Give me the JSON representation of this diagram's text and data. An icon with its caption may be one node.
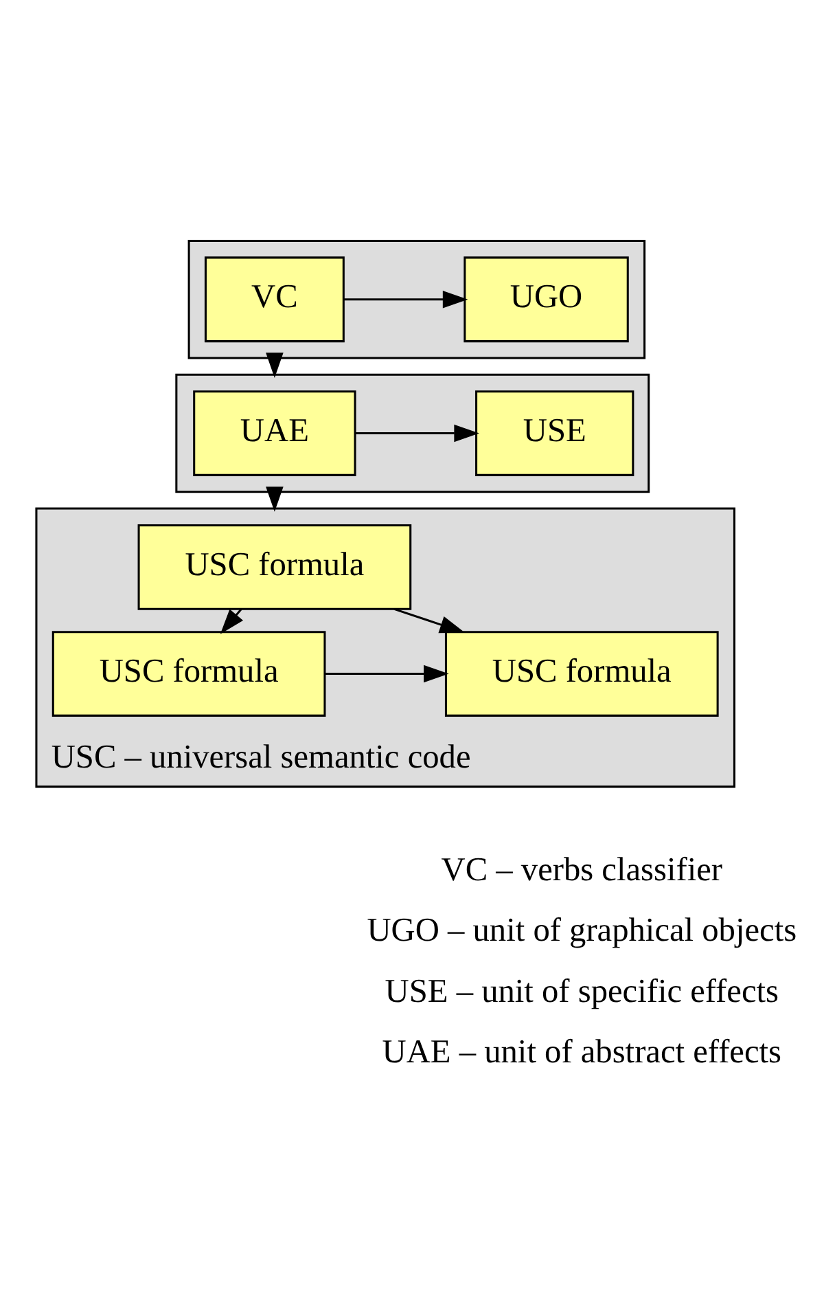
{
  "diagram": {
    "nodes": [
      {
        "text": [],
        "shape": "box"
      },
      {
        "text": [
          "VC"
        ],
        "in": 0
      },
      {
        "text": [
          "UGO"
        ],
        "in": 0
      },
      {
        "text": [],
        "shape": "box"
      },
      {
        "text": [
          "UAE"
        ],
        "in": 3
      },
      {
        "text": [
          "USE"
        ],
        "in": 3
      },
      {
        "text": [
          "USC – universal semantic code"
        ]
      },
      {
        "text": [
          "USC formula"
        ],
        "in": 6
      },
      {
        "text": [
          "USC formula"
        ],
        "in": 6
      },
      {
        "text": [
          "USC formula"
        ],
        "in": 6
      }
    ],
    "edges": [
      {
        "from": 1,
        "to": 2,
        "arrow": "to"
      },
      {
        "from": 0,
        "to": 3,
        "arrow": "to"
      },
      {
        "from": 4,
        "to": 5,
        "arrow": "to"
      },
      {
        "from": 3,
        "to": 6,
        "arrow": "to"
      },
      {
        "from": 7,
        "to": 8,
        "arrow": "to"
      },
      {
        "from": 7,
        "to": 9,
        "arrow": "to"
      },
      {
        "from": 8,
        "to": 9,
        "arrow": "to"
      }
    ],
    "labels": [
      "VC – verbs classifier",
      "UGO – unit of graphical objects",
      "USE – unit of specific effects",
      "UAE – unit of abstract effects"
    ]
  }
}
